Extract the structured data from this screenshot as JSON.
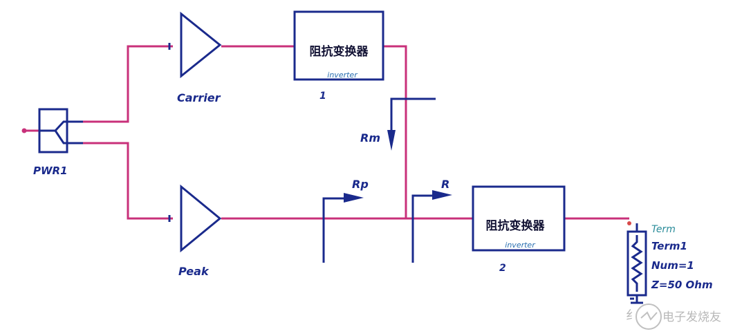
{
  "components": {
    "splitter": {
      "label": "PWR1"
    },
    "carrier_amp": {
      "label": "Carrier"
    },
    "peak_amp": {
      "label": "Peak"
    },
    "inverter1": {
      "title": "阻抗变换器",
      "sublabel": "inverter",
      "index": "1"
    },
    "inverter2": {
      "title": "阻抗变换器",
      "sublabel": "inverter",
      "index": "2"
    },
    "probe_rm": {
      "label": "Rm"
    },
    "probe_rp": {
      "label": "Rp"
    },
    "probe_r": {
      "label": "R"
    },
    "term": {
      "type": "Term",
      "name": "Term1",
      "num": "Num=1",
      "z": "Z=50 Ohm"
    }
  },
  "watermark": {
    "text": "电子发烧友",
    "partial": "纟"
  },
  "colors": {
    "signal_wire": "#c8307a",
    "schematic_line": "#1a2a8c",
    "term_label": "#2a8c9a"
  }
}
